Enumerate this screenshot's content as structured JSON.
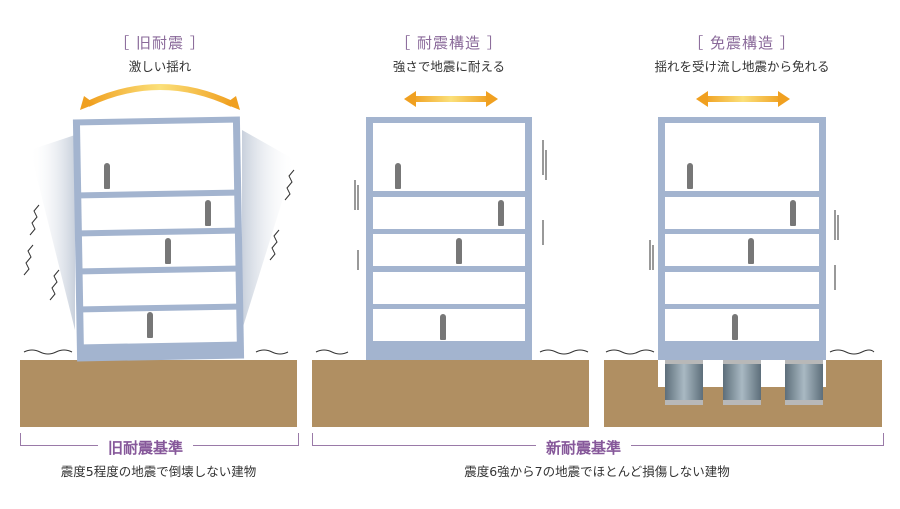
{
  "panels": [
    {
      "title": "［ 旧耐震 ］",
      "subtitle": "激しい揺れ"
    },
    {
      "title": "［ 耐震構造 ］",
      "subtitle": "強さで地震に耐える"
    },
    {
      "title": "［ 免震構造 ］",
      "subtitle": "揺れを受け流し地震から免れる"
    }
  ],
  "standards": [
    {
      "label": "旧耐震基準",
      "description": "震度5程度の地震で倒壊しない建物"
    },
    {
      "label": "新耐震基準",
      "description": "震度6強から7の地震でほとんど損傷しない建物"
    }
  ],
  "colors": {
    "title": "#8a6a9a",
    "building": "#a3b4cf",
    "ground": "#b08f62",
    "arrow": "#f0a020"
  }
}
